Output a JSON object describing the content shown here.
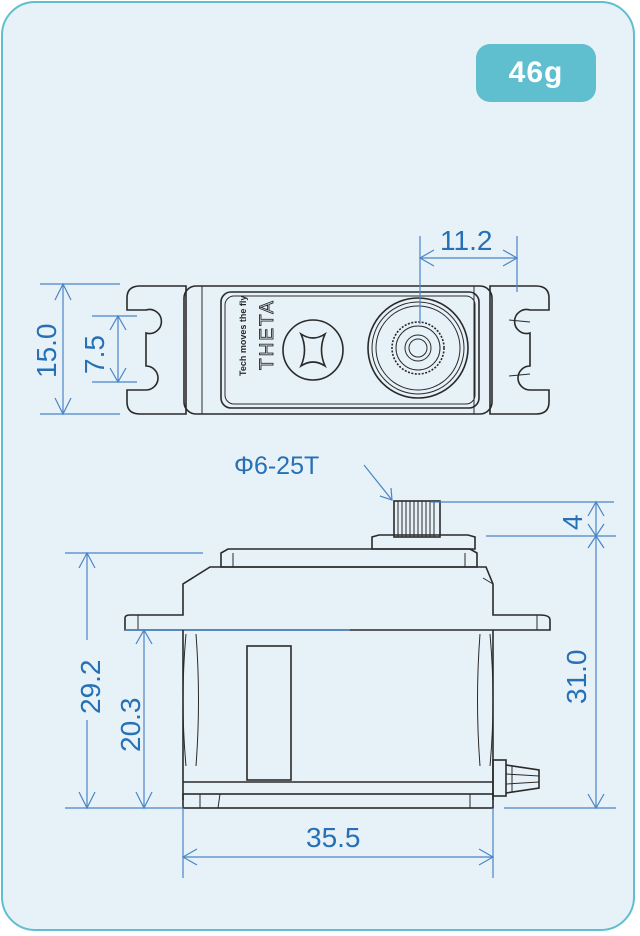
{
  "badge": {
    "weight": "46g"
  },
  "colors": {
    "accent": "#5fbfcf",
    "background": "#e7f1f8",
    "dimension": "#2670b5",
    "outline": "#2a2a2a"
  },
  "top_view": {
    "logo_text": "THETA",
    "logo_tagline": "Tech moves the fly",
    "dimensions": {
      "height_total": "15.0",
      "hole_spacing": "7.5",
      "shaft_offset": "11.2"
    }
  },
  "side_view": {
    "spline_label": "Φ6-25T",
    "dimensions": {
      "spline_height": "4",
      "body_height": "31.0",
      "overall_height": "29.2",
      "mount_height": "20.3",
      "width": "35.5"
    }
  }
}
